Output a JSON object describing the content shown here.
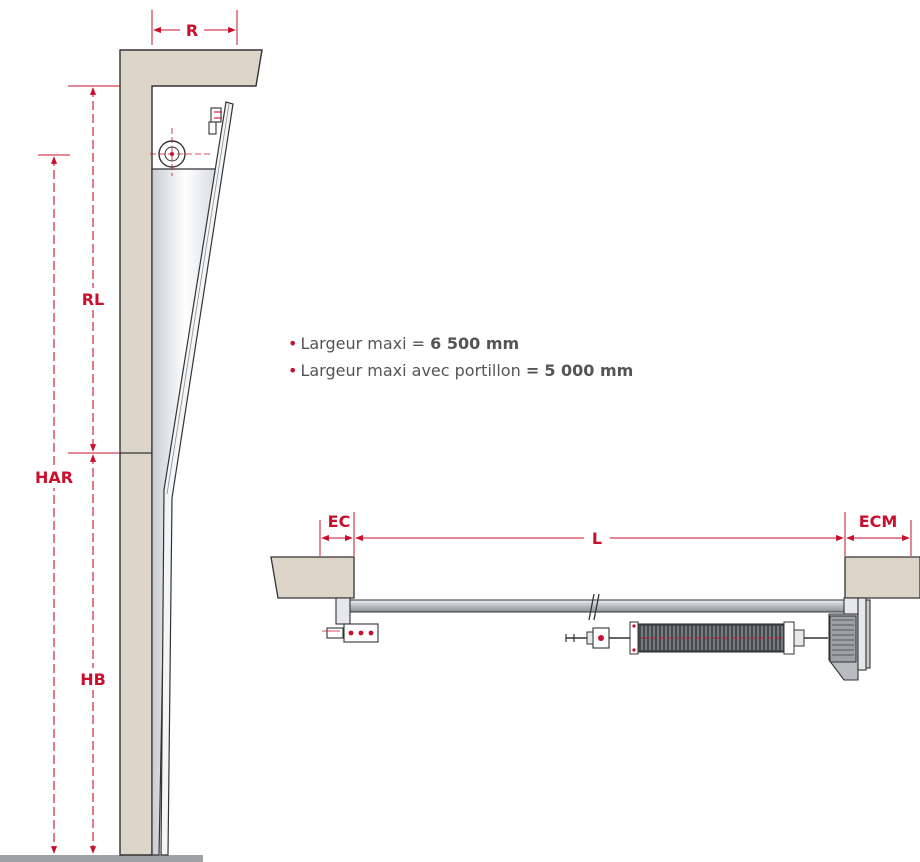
{
  "dimensions": {
    "R": "R",
    "RL": "RL",
    "HAR": "HAR",
    "HB": "HB",
    "EC": "EC",
    "L": "L",
    "ECM": "ECM"
  },
  "specs": [
    {
      "bullet": "•",
      "label": "Largeur maxi",
      "equals": "=",
      "value": "6 500 mm"
    },
    {
      "bullet": "•",
      "label": "Largeur maxi avec portillon",
      "equals": "=",
      "value": "5 000 mm"
    }
  ],
  "colors": {
    "dimension": "#c8102e",
    "wall": "#ddd6c8",
    "outline": "#333333",
    "text": "#555555"
  }
}
